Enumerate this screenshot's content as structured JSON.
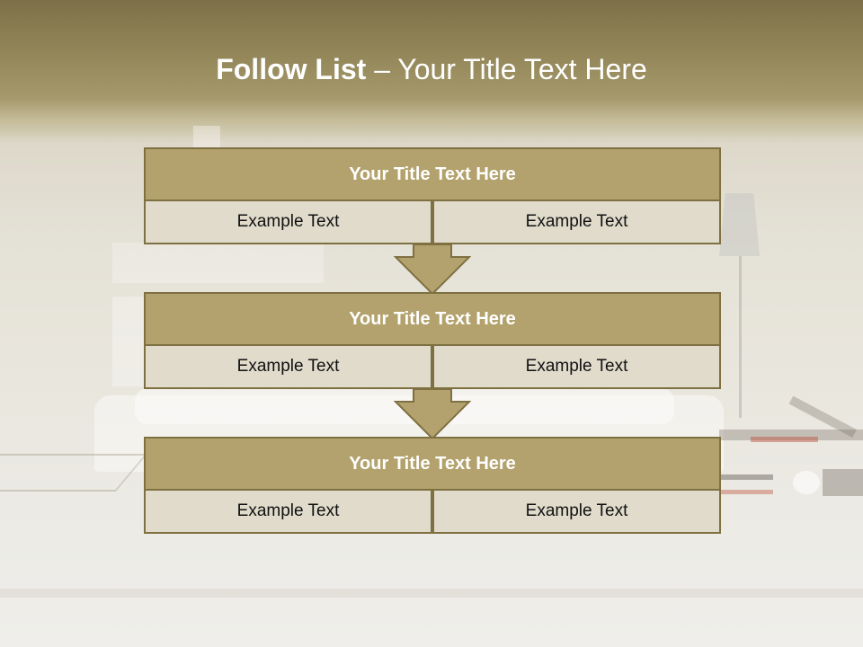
{
  "title": {
    "bold": "Follow List",
    "rest": "– Your Title Text Here"
  },
  "blocks": [
    {
      "title": "Your Title Text Here",
      "left": "Example Text",
      "right": "Example Text"
    },
    {
      "title": "Your Title Text Here",
      "left": "Example Text",
      "right": "Example Text"
    },
    {
      "title": "Your Title Text Here",
      "left": "Example Text",
      "right": "Example Text"
    }
  ],
  "colors": {
    "header_fill": "#b3a26d",
    "border": "#7f7042",
    "cell_fill": "#e0dbcb",
    "arrow_fill": "#b3a26d"
  },
  "icons": [
    "arrow-down-icon",
    "arrow-down-icon"
  ]
}
